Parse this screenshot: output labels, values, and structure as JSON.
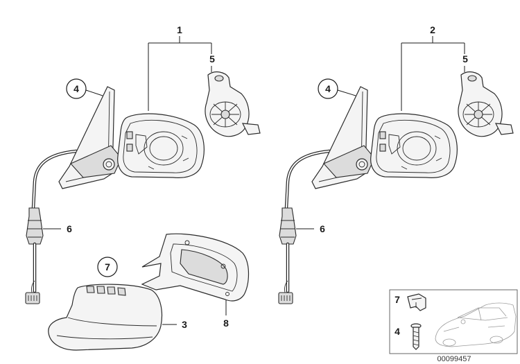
{
  "callouts": {
    "c1": "1",
    "c2": "2",
    "c3": "3",
    "c4_left": "4",
    "c4_right": "4",
    "c5_left": "5",
    "c5_right": "5",
    "c6_left": "6",
    "c6_right": "6",
    "c7": "7",
    "c8": "8"
  },
  "legend_box": {
    "c7": "7",
    "c4": "4"
  },
  "reference_number": "00099457"
}
